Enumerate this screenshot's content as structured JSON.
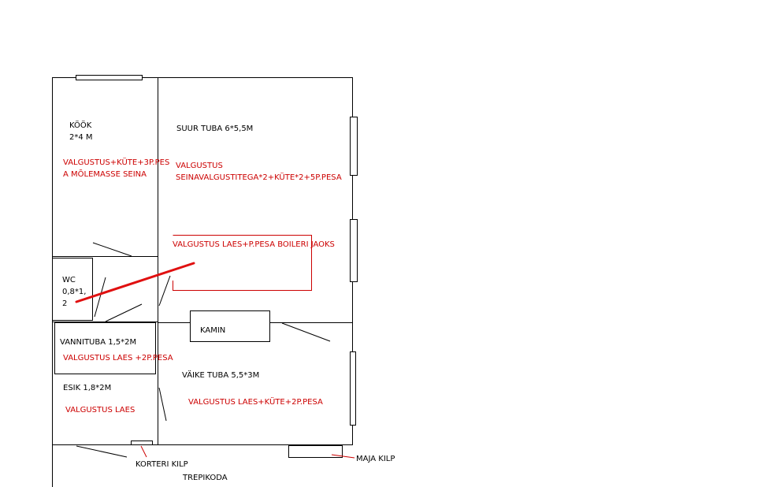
{
  "colors": {
    "walls": "#000000",
    "annotation": "#cc0000",
    "background": "#ffffff"
  },
  "rooms": {
    "kitchen": {
      "name": "KÖÖK",
      "size": "2*4 M",
      "note_line1": "VALGUSTUS+KÜTE+3P.PES",
      "note_line2": "A MÕLEMASSE SEINA"
    },
    "living_room": {
      "name": "SUUR TUBA 6*5,5M",
      "note_line1": "VALGUSTUS",
      "note_line2": "SEINAVALGUSTITEGA*2+KÜTE*2+5P.PESA",
      "boiler_note": "VALGUSTUS LAES+P.PESA BOILERI JAOKS"
    },
    "wc": {
      "name": "WC",
      "size_line1": "0,8*1,",
      "size_line2": "2"
    },
    "bathroom": {
      "name": "VANNITUBA 1,5*2M",
      "note": "VALGUSTUS LAES +2P.PESA"
    },
    "hall": {
      "name": "ESIK 1,8*2M",
      "note": "VALGUSTUS LAES"
    },
    "small_room": {
      "name": "VÄIKE TUBA 5,5*3M",
      "note": "VALGUSTUS LAES+KÜTE+2P.PESA"
    }
  },
  "fixtures": {
    "fireplace": "KAMIN",
    "apartment_panel": "KORTERI KILP",
    "house_panel": "MAJA KILP",
    "stairwell": "TREPIKODA"
  }
}
